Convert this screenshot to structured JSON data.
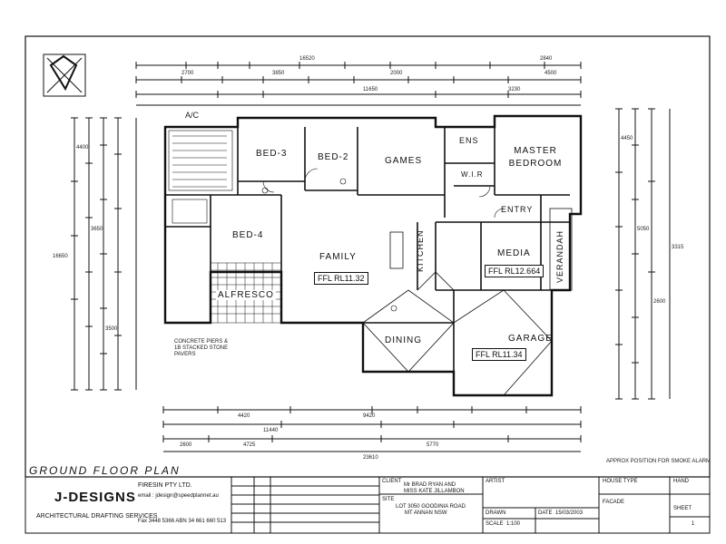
{
  "rooms": {
    "bed3": "BED-3",
    "bed2": "BED-2",
    "games": "GAMES",
    "ens": "ENS",
    "master": "MASTER BEDROOM",
    "wir": "W.I.R",
    "entry": "ENTRY",
    "bed4": "BED-4",
    "family": "FAMILY",
    "kitchen": "KITCHEN",
    "media": "MEDIA",
    "verandah": "VERANDAH",
    "alfresco": "ALFRESCO",
    "dining": "DINING",
    "garage": "GARAGE"
  },
  "levels": {
    "family": "FFL RL11.32",
    "media": "FFL RL12.664",
    "garage": "FFL RL11.34"
  },
  "dims": {
    "top1": "16520",
    "top2": "11650",
    "top3": "3230",
    "top4": "2840",
    "r1": "2700",
    "r2": "3850",
    "r3": "2000",
    "r4": "4500",
    "b1": "4420",
    "b2": "4725",
    "b3": "5770",
    "b4": "9420",
    "b5": "11440",
    "b6": "2600",
    "b7": "23610",
    "l1": "4400",
    "l2": "3650",
    "l3": "3500",
    "l4": "16650",
    "rv1": "4450",
    "rv2": "5050",
    "rv3": "2600",
    "rv4": "3315"
  },
  "notes": {
    "piers": "CONCRETE PIERS & 1B STACKED STONE PAVERS",
    "smoke": "APPROX POSITION FOR SMOKE ALARM",
    "ac": "A/C"
  },
  "title": "GROUND FLOOR PLAN",
  "title_block": {
    "company": "J-DESIGNS",
    "tagline": "ARCHITECTURAL DRAFTING SERVICES",
    "firm": "FIRESIN PTY LTD.",
    "email": "email : jdesign@speedplannet.au",
    "contact": "Fax 3448 5366 ABN 34 661 660 513",
    "client_label": "CLIENT",
    "client": "Mr BRAD RYAN AND",
    "client2": "MISS KATE JILLAMBON",
    "site_label": "SITE",
    "site": "LOT 3050 GOODINIA ROAD",
    "site2": "MT ANNAN NSW",
    "drawn_label": "DRAWN",
    "date_label": "DATE",
    "date": "15/03/2003",
    "scale_label": "SCALE",
    "scale": "1:100",
    "artist_label": "ARTIST",
    "house_type_label": "HOUSE TYPE",
    "facade_label": "FACADE",
    "sheet_label": "SHEET",
    "sheet": "1",
    "hand_label": "HAND"
  }
}
